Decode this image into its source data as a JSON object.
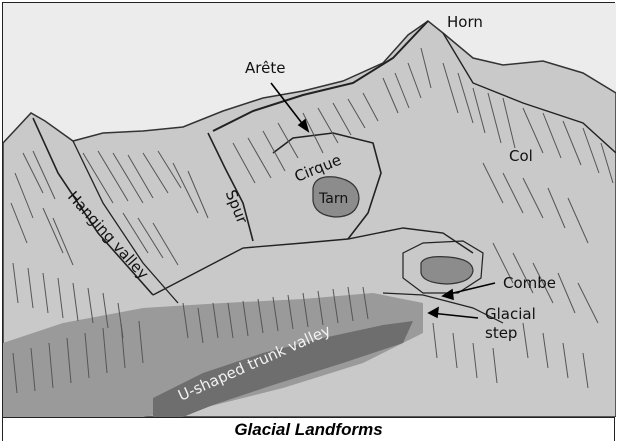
{
  "labels": {
    "horn": "Horn",
    "arete": "Arête",
    "cirque": "Cirque",
    "tarn": "Tarn",
    "col": "Col",
    "spur": "Spur",
    "hanging_valley": "Hanging valley",
    "combe": "Combe",
    "glacial_step_line1": "Glacial",
    "glacial_step_line2": "step",
    "trunk_valley": "U-shaped trunk valley"
  },
  "caption": "Glacial Landforms",
  "colors": {
    "sky": "#ececec",
    "terrain": "#c9c9c9",
    "terrain_dark": "#9a9a9a",
    "valley_dark": "#5a5a5a",
    "water": "#8c8c8c",
    "hatch": "#555555"
  }
}
